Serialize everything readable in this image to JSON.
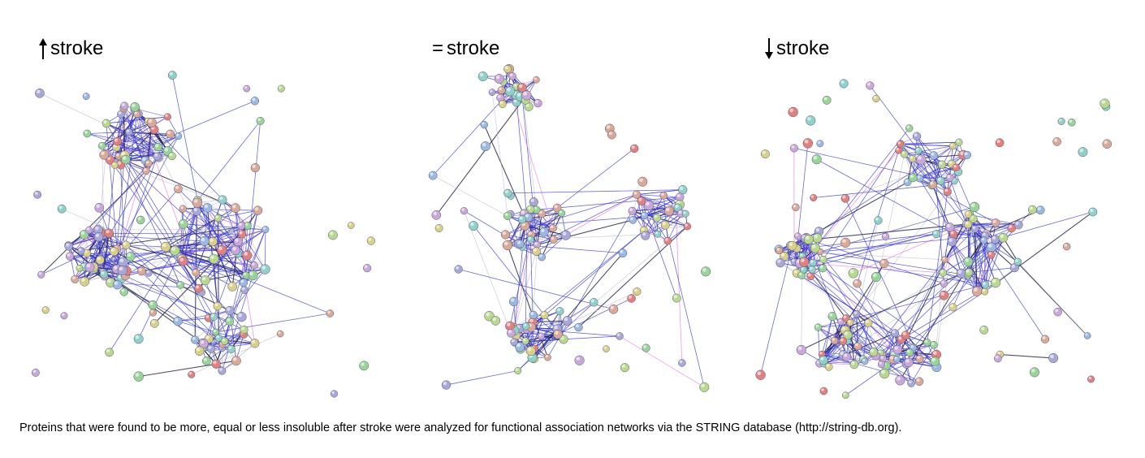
{
  "panels": [
    {
      "id": "up",
      "title": "stroke",
      "marker": "up-arrow",
      "clusters": [
        [
          150,
          130,
          50
        ],
        [
          250,
          260,
          70
        ],
        [
          240,
          380,
          55
        ],
        [
          100,
          280,
          45
        ]
      ],
      "nodeCount": 175,
      "seed": 11
    },
    {
      "id": "equal",
      "title": "stroke",
      "marker": "=",
      "clusters": [
        [
          120,
          70,
          35
        ],
        [
          140,
          240,
          45
        ],
        [
          145,
          370,
          40
        ],
        [
          300,
          220,
          45
        ]
      ],
      "nodeCount": 135,
      "seed": 23
    },
    {
      "id": "down",
      "title": "stroke",
      "marker": "down-arrow",
      "clusters": [
        [
          230,
          160,
          50
        ],
        [
          290,
          270,
          60
        ],
        [
          120,
          380,
          45
        ],
        [
          200,
          400,
          40
        ],
        [
          70,
          270,
          35
        ]
      ],
      "nodeCount": 190,
      "seed": 37
    }
  ],
  "caption": "Proteins that were found to be more, equal or less insoluble after stroke were analyzed for functional association networks via the STRING database (http://string-db.org).",
  "colors": {
    "edge_main": "#3a3ad0",
    "edge_dark": "#222244",
    "edge_pink": "#e070e0",
    "edge_light": "#b8b8c8",
    "node_palette": [
      "#9ad39a",
      "#9ab8e0",
      "#d8d08a",
      "#d8a898",
      "#a8a8d8",
      "#90d0c8",
      "#c8a8d8",
      "#b8d890",
      "#e08080"
    ]
  }
}
